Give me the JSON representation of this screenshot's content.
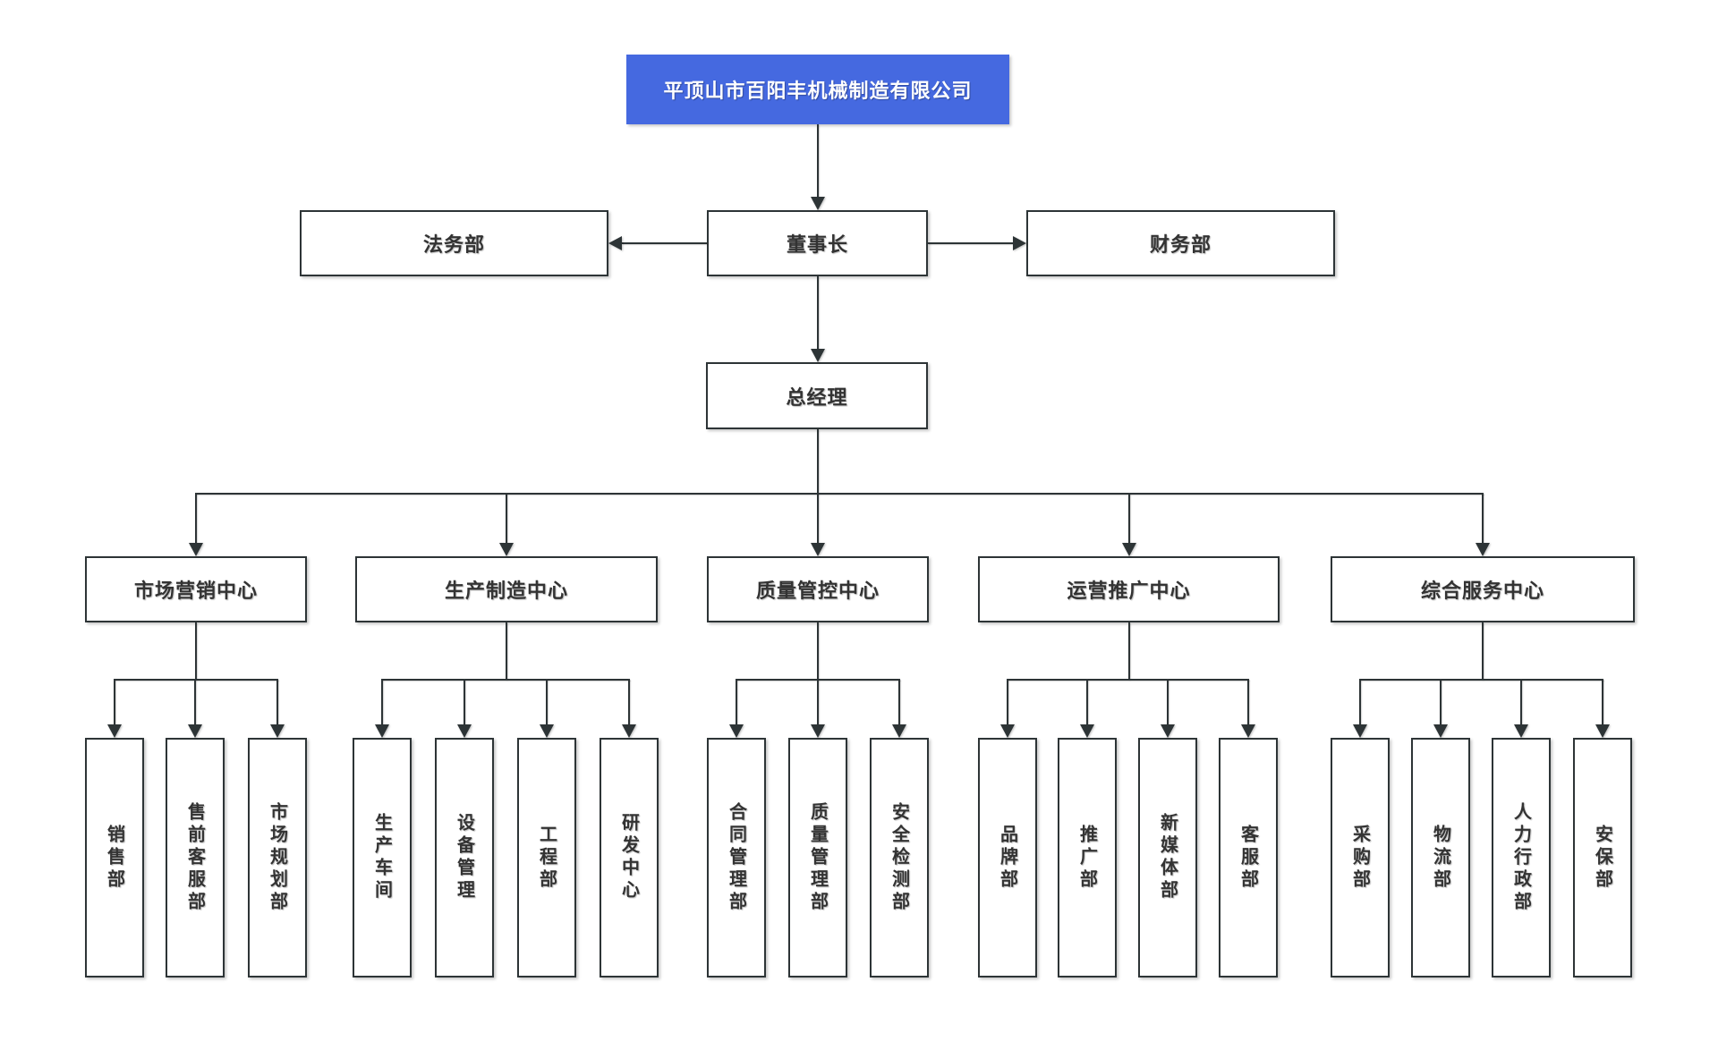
{
  "org_chart": {
    "root": {
      "label": "平顶山市百阳丰机械制造有限公司"
    },
    "level2": {
      "legal": "法务部",
      "chairman": "董事长",
      "finance": "财务部"
    },
    "general_manager": "总经理",
    "centers": [
      {
        "label": "市场营销中心",
        "departments": [
          "销售部",
          "售前客服部",
          "市场规划部"
        ]
      },
      {
        "label": "生产制造中心",
        "departments": [
          "生产车间",
          "设备管理",
          "工程部",
          "研发中心"
        ]
      },
      {
        "label": "质量管控中心",
        "departments": [
          "合同管理部",
          "质量管理部",
          "安全检测部"
        ]
      },
      {
        "label": "运营推广中心",
        "departments": [
          "品牌部",
          "推广部",
          "新媒体部",
          "客服部"
        ]
      },
      {
        "label": "综合服务中心",
        "departments": [
          "采购部",
          "物流部",
          "人力行政部",
          "安保部"
        ]
      }
    ],
    "colors": {
      "root_background": "#4569e0",
      "root_text": "#ffffff",
      "node_border": "#2d3436",
      "connector": "#2d3436",
      "node_text": "#333333",
      "page_background": "#ffffff"
    }
  }
}
